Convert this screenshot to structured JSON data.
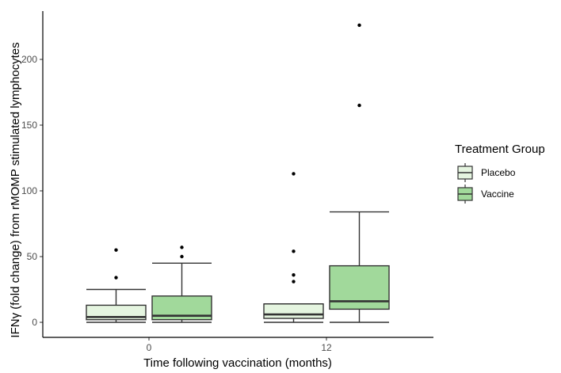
{
  "chart_data": {
    "type": "box",
    "title": "",
    "xlabel": "Time following vaccination (months)",
    "ylabel": "IFNγ (fold change) from rMOMP stimulated lymphocytes",
    "categories": [
      "0",
      "12"
    ],
    "yticks": [
      0,
      50,
      100,
      150,
      200
    ],
    "ylim": [
      -12,
      234
    ],
    "grid": false,
    "legend": {
      "title": "Treatment Group",
      "position": "right",
      "entries": [
        {
          "label": "Placebo",
          "color": "#e5f5e0"
        },
        {
          "label": "Vaccine",
          "color": "#a1d99b"
        }
      ]
    },
    "series": [
      {
        "name": "Placebo",
        "color": "#e5f5e0",
        "boxes": [
          {
            "category": "0",
            "whisker_low": 0,
            "q1": 2,
            "median": 4,
            "q3": 13,
            "whisker_high": 25,
            "outliers": [
              34,
              55
            ]
          },
          {
            "category": "12",
            "whisker_low": 0,
            "q1": 3,
            "median": 6,
            "q3": 14,
            "whisker_high": 14,
            "outliers": [
              31,
              36,
              54,
              113
            ]
          }
        ]
      },
      {
        "name": "Vaccine",
        "color": "#a1d99b",
        "boxes": [
          {
            "category": "0",
            "whisker_low": 0,
            "q1": 2,
            "median": 5,
            "q3": 20,
            "whisker_high": 45,
            "outliers": [
              50,
              57
            ]
          },
          {
            "category": "12",
            "whisker_low": 0,
            "q1": 10,
            "median": 16,
            "q3": 43,
            "whisker_high": 84,
            "outliers": [
              165,
              226
            ]
          }
        ]
      }
    ]
  },
  "layout": {
    "line_color": "#333333",
    "axis_color": "#000000"
  }
}
